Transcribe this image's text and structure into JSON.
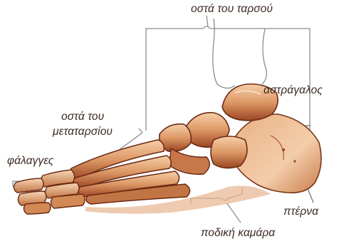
{
  "labels": {
    "tarsal_bones": "οστά του ταρσού",
    "talus": "αστράγαλος",
    "metatarsal_line1": "οστά του",
    "metatarsal_line2": "μεταταρσίου",
    "phalanges": "φάλαγγες",
    "calcaneus": "πτέρνα",
    "foot_arch": "ποδική καμάρα"
  },
  "colors": {
    "bone_light": "#f2c39a",
    "bone_mid": "#d38a5a",
    "bone_dark": "#6b2a14",
    "shadow": "#8a3b1c",
    "line": "#8c8c8c",
    "text": "#3a2a22"
  }
}
